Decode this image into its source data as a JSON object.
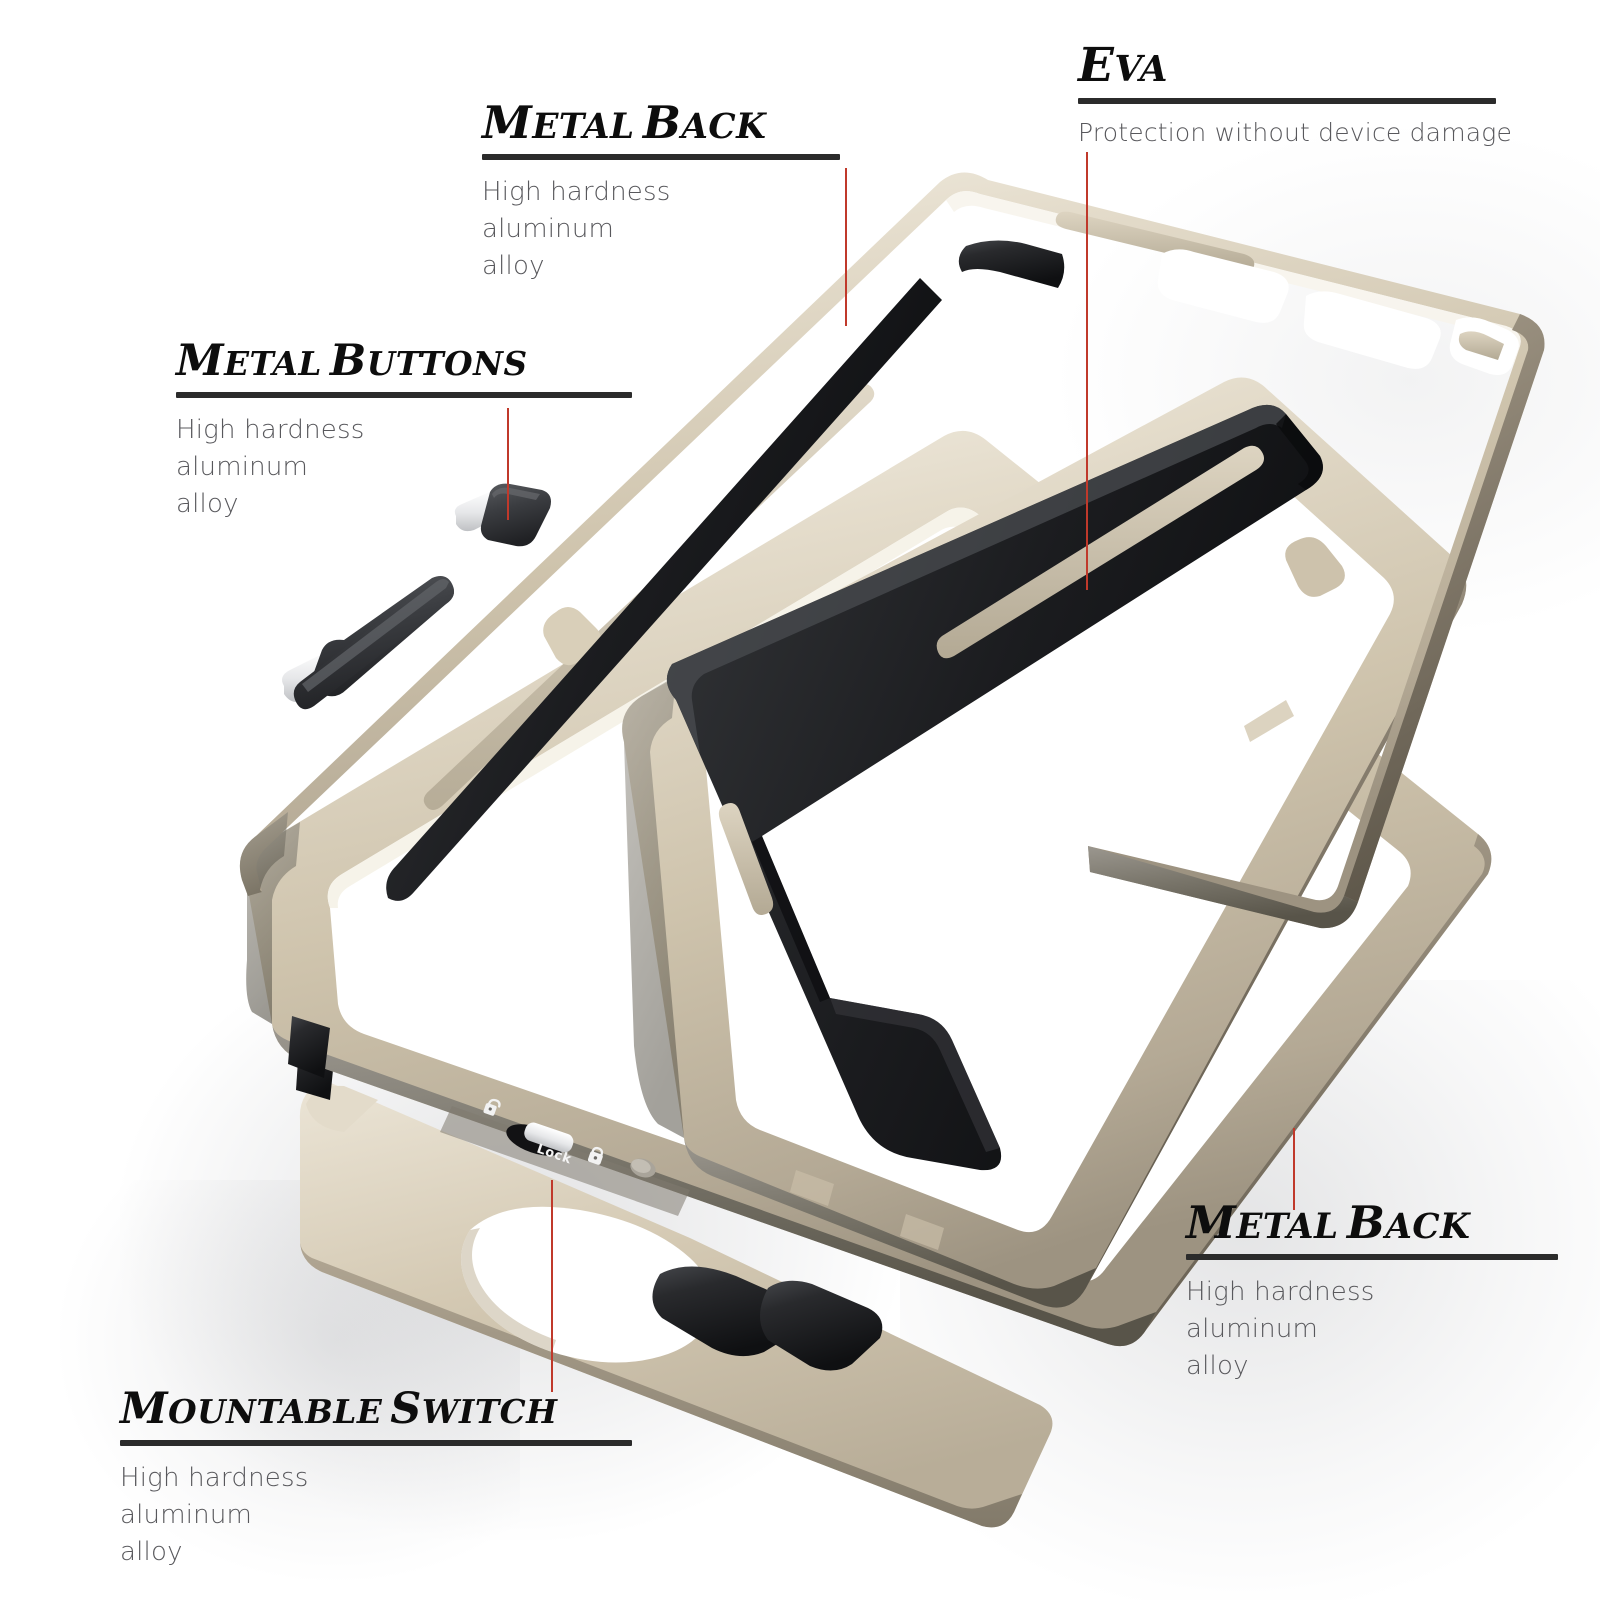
{
  "page": {
    "background_color": "#ffffff",
    "accent_leader_color": "#c0392b",
    "rule_color": "#2b2b2b",
    "heading_color": "#0d0d0d",
    "body_text_color": "#58585c",
    "metal_color": "#cfc4ad",
    "eva_color": "#1d1e20"
  },
  "callouts": [
    {
      "id": "metal-back-top",
      "title": "Metal Back",
      "description_lines": [
        "High hardness",
        "aluminum",
        "alloy"
      ]
    },
    {
      "id": "eva",
      "title": "EVA",
      "description_lines": [
        "Protection without device damage"
      ]
    },
    {
      "id": "metal-buttons",
      "title": "Metal Buttons",
      "description_lines": [
        "High hardness",
        "aluminum",
        "alloy"
      ]
    },
    {
      "id": "metal-back-bottom",
      "title": "Metal Back",
      "description_lines": [
        "High hardness",
        "aluminum",
        "alloy"
      ]
    },
    {
      "id": "mountable-switch",
      "title": "Mountable Switch",
      "description_lines": [
        "High hardness",
        "aluminum",
        "alloy"
      ]
    }
  ],
  "product": {
    "switch_label": "Lock",
    "icons": {
      "unlocked": "unlock-icon",
      "locked": "lock-icon"
    }
  }
}
